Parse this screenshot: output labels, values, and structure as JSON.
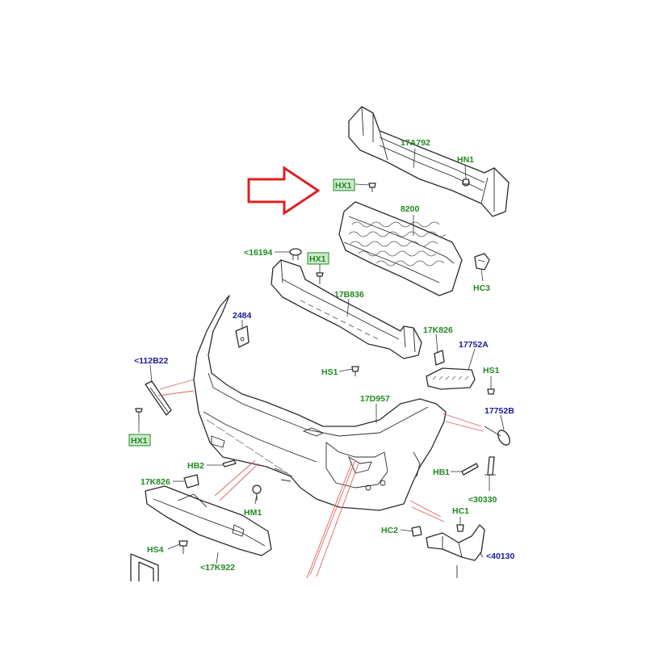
{
  "callouts": {
    "c_17A792": "17A792",
    "c_HN1": "HN1",
    "c_HX1_top": "HX1",
    "c_8200": "8200",
    "c_16194": "<16194",
    "c_HX1_mid": "HX1",
    "c_17B836": "17B836",
    "c_HC3": "HC3",
    "c_2484": "2484",
    "c_17K826_r": "17K826",
    "c_17752A": "17752A",
    "c_112B22": "<112B22",
    "c_HS1_a": "HS1",
    "c_HS1_b": "HS1",
    "c_17D957": "17D957",
    "c_17752B": "17752B",
    "c_HX1_left": "HX1",
    "c_HB2": "HB2",
    "c_17K826_l": "17K826",
    "c_HB1": "HB1",
    "c_30330": "<30330",
    "c_HM1": "HM1",
    "c_HC1": "HC1",
    "c_HC2": "HC2",
    "c_HS4": "HS4",
    "c_40130": "<40130",
    "c_17K922": "<17K922"
  },
  "colors": {
    "label_green": "#1f8a1f",
    "label_blue": "#1a1a9a",
    "highlight_box": "#cfe8cf",
    "arrow_red": "#e02020",
    "section_line_red": "#e06060"
  },
  "icons": {
    "pointer": "red-outline-arrow-icon"
  }
}
